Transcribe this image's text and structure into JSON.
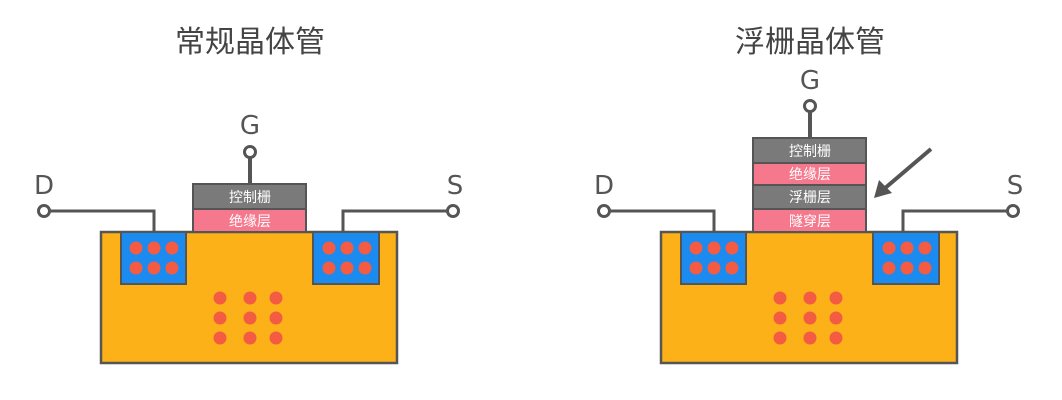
{
  "colors": {
    "substrate": "#FDB118",
    "well": "#1B8BF0",
    "carrier": "#F45B43",
    "gate_gray": "#7A7A7A",
    "insulator_pink": "#F6788C",
    "line": "#555555"
  },
  "diagrams": [
    {
      "title": "常规晶体管",
      "terminals": {
        "gate": "G",
        "drain": "D",
        "source": "S"
      },
      "layers": [
        "控制栅",
        "绝缘层"
      ]
    },
    {
      "title": "浮栅晶体管",
      "terminals": {
        "gate": "G",
        "drain": "D",
        "source": "S"
      },
      "layers": [
        "控制栅",
        "绝缘层",
        "浮栅层",
        "隧穿层"
      ]
    }
  ]
}
